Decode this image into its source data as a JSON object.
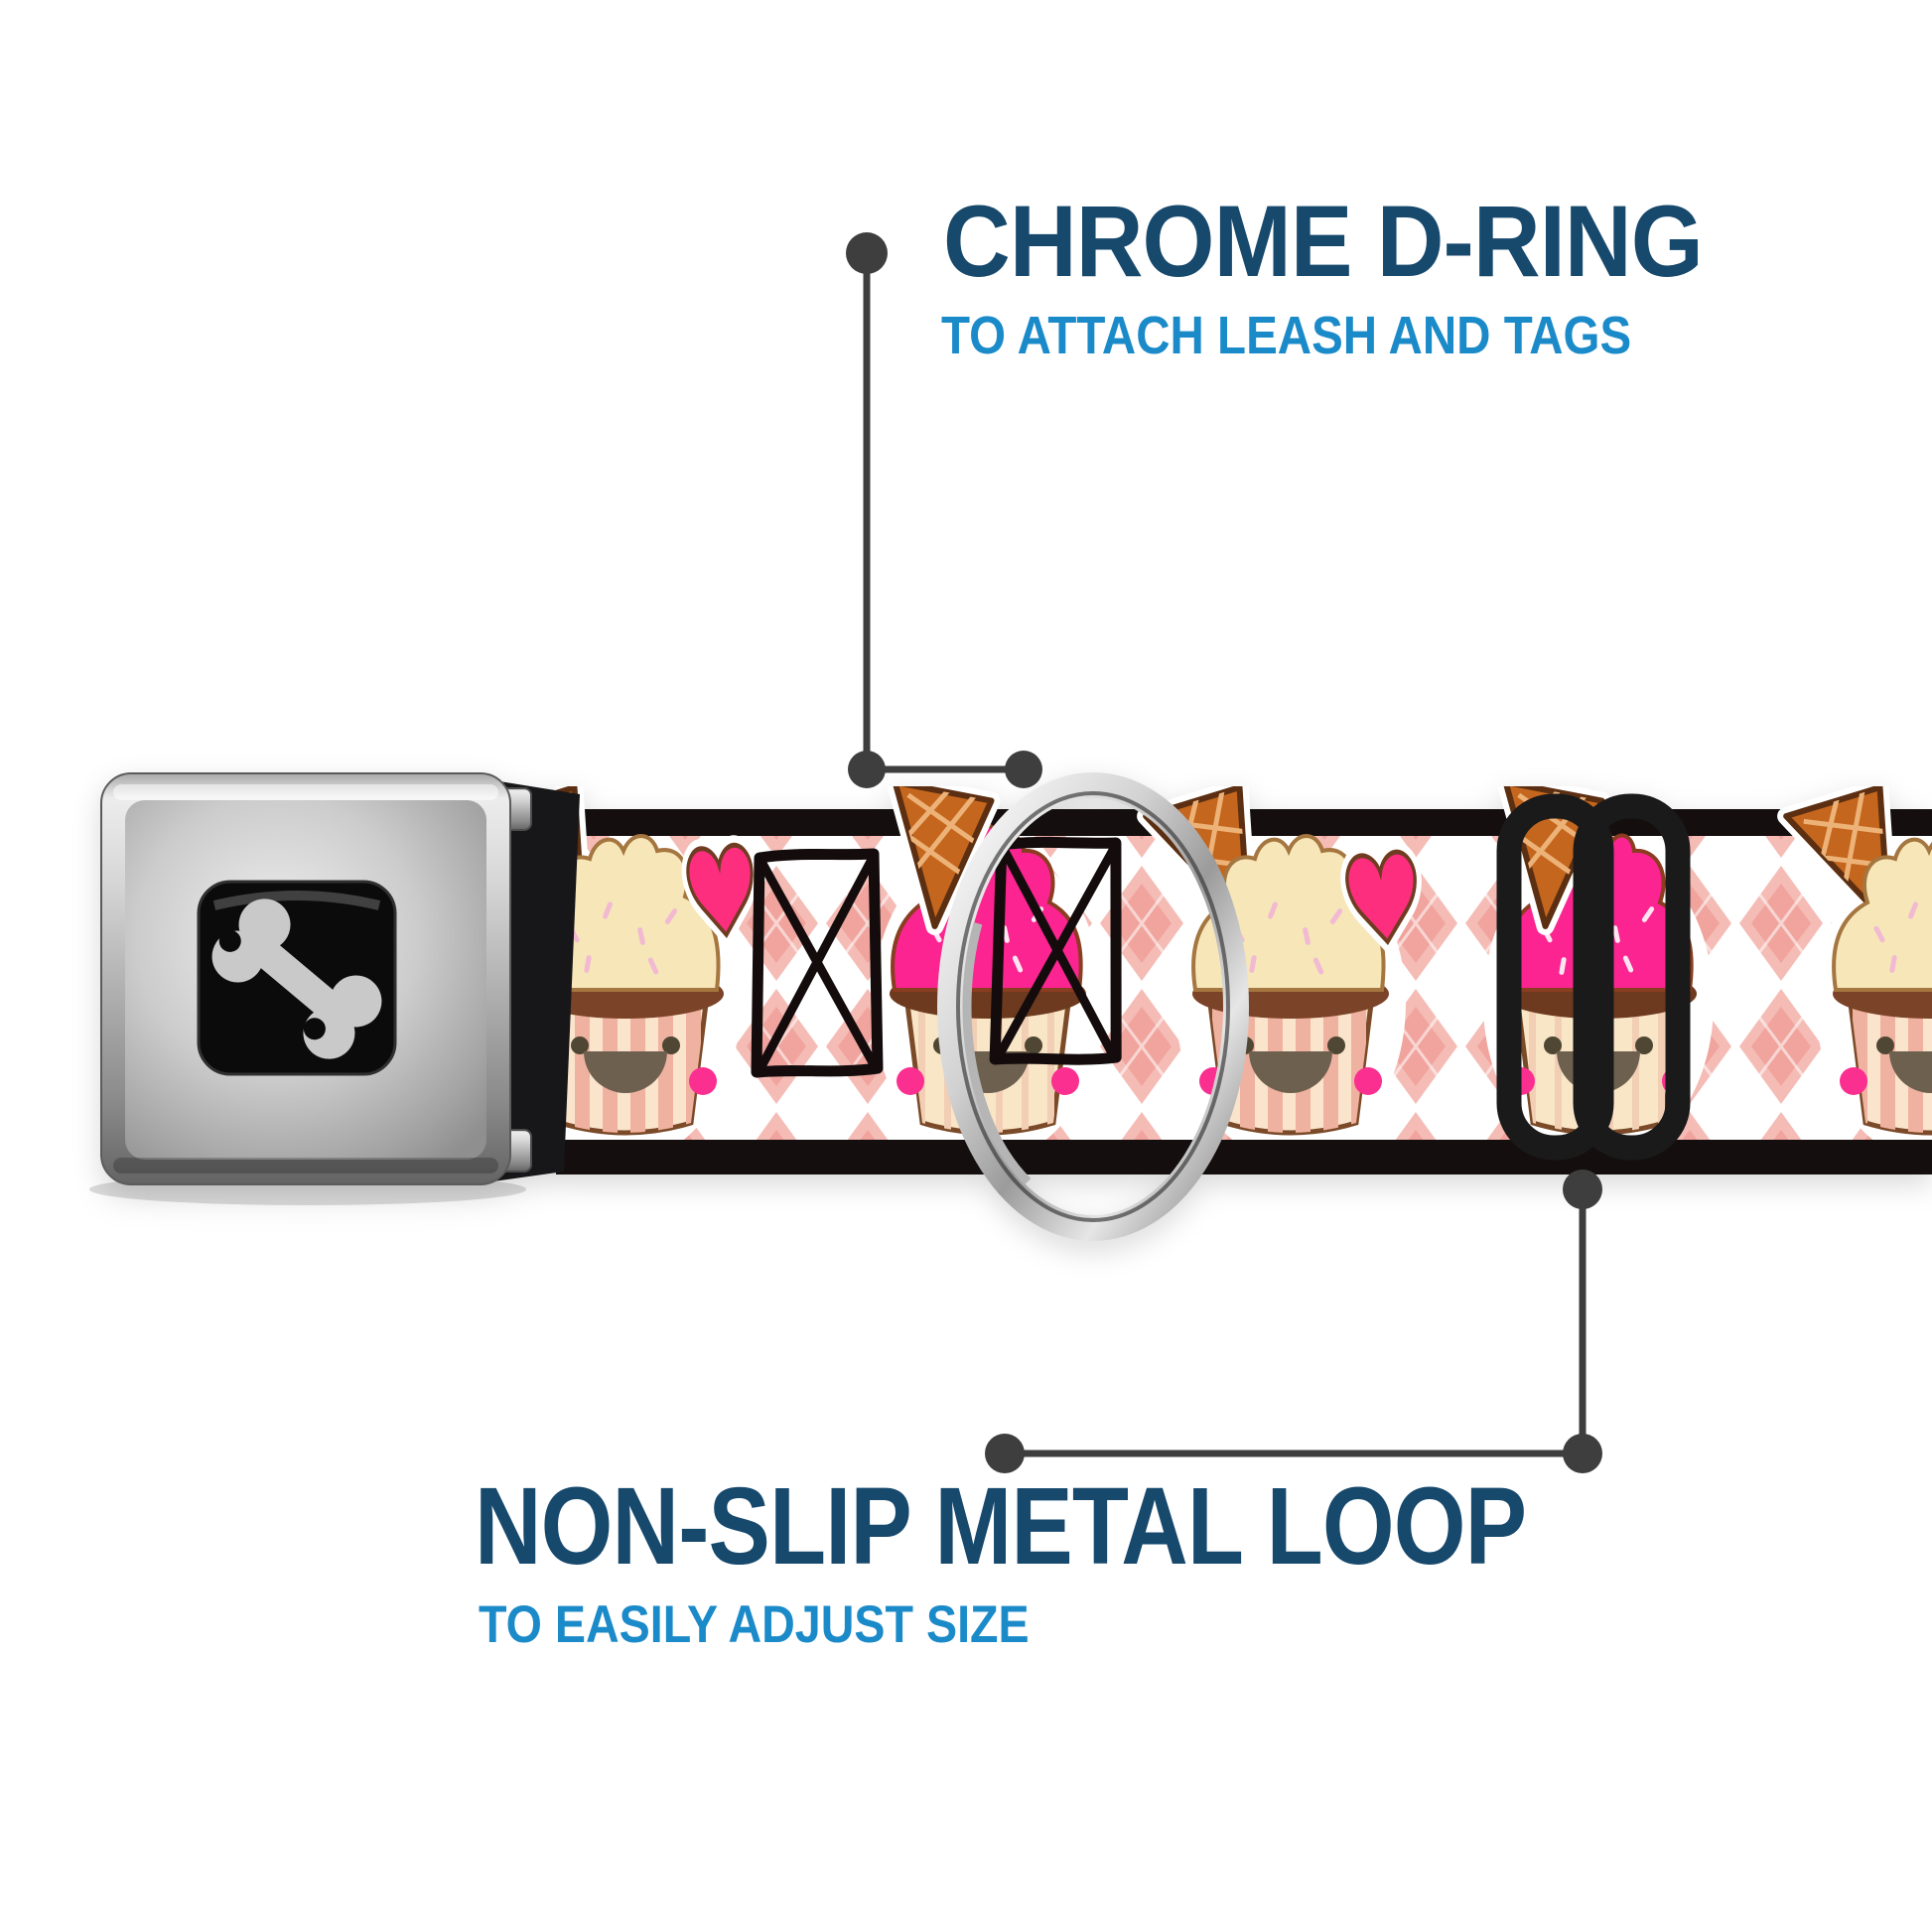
{
  "theme": {
    "background": "#ffffff",
    "title_color": "#17496d",
    "subtitle_color": "#1b8ac9",
    "connector_color": "#3e3e3e"
  },
  "callouts": {
    "d_ring": {
      "title": "CHROME D-RING",
      "subtitle": "TO ATTACH LEASH AND TAGS"
    },
    "metal_loop": {
      "title": "NON-SLIP METAL LOOP",
      "subtitle": "TO EASILY ADJUST SIZE"
    }
  },
  "product": {
    "buckle": {
      "icon": "dog-bone-icon",
      "logo_color": "#c9c9c9",
      "window_color": "#0b0b0c",
      "metal_color": "#c0c0c0"
    },
    "hardware": {
      "d_ring": "chrome",
      "slider": "black"
    },
    "webbing": {
      "pattern": "kawaii cupcakes with ice cream cones, hearts and pink argyle",
      "colors": {
        "frosting_pink": "#fb2490",
        "frosting_vanilla": "#f6e6b8",
        "cup": "#fbe4cc",
        "cone": "#c4661d",
        "heart": "#fc2e7d",
        "argyle_light": "#f5bcb6",
        "argyle_dark": "#f0a49d",
        "edge": "#150e0e",
        "cheek": "#fb2f90"
      }
    }
  }
}
